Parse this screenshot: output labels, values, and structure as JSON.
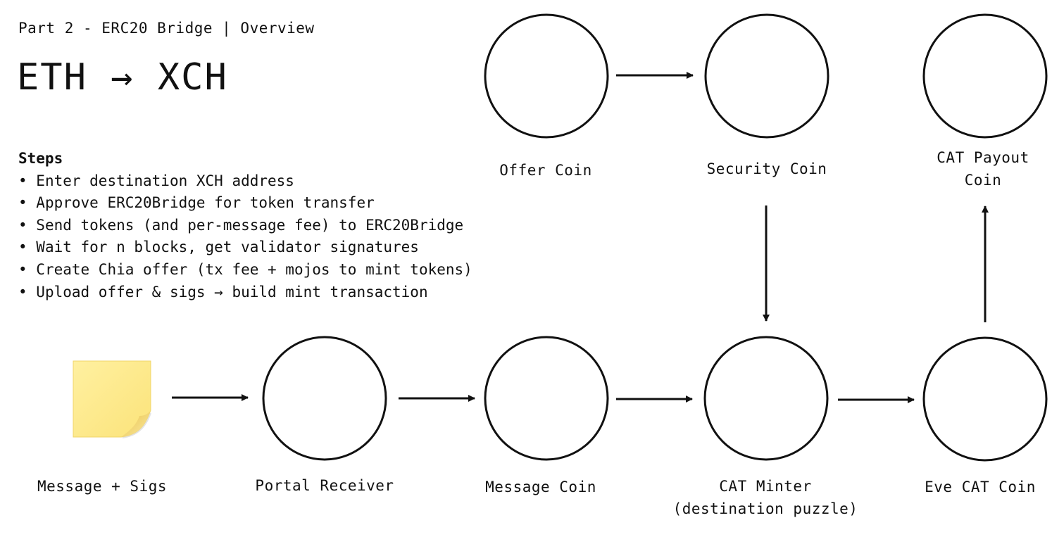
{
  "header": {
    "subtitle": "Part 2 - ERC20 Bridge | Overview",
    "title": "ETH → XCH"
  },
  "steps": {
    "heading": "Steps",
    "items": [
      "Enter destination XCH address",
      "Approve ERC20Bridge for token transfer",
      "Send tokens (and per-message fee) to ERC20Bridge",
      "Wait for n blocks, get validator signatures",
      "Create Chia offer (tx fee + mojos to mint tokens)",
      "Upload offer & sigs → build mint transaction"
    ]
  },
  "nodes": {
    "message_sigs": {
      "label": "Message + Sigs",
      "icon": "sticky-note-icon",
      "color": "#fde98a"
    },
    "portal_receiver": {
      "label": "Portal Receiver"
    },
    "message_coin": {
      "label": "Message Coin"
    },
    "cat_minter": {
      "label_line1": "CAT Minter",
      "label_line2": "(destination puzzle)"
    },
    "eve_cat_coin": {
      "label": "Eve CAT Coin"
    },
    "offer_coin": {
      "label": "Offer Coin"
    },
    "security_coin": {
      "label": "Security Coin"
    },
    "cat_payout_coin": {
      "label_line1": "CAT Payout",
      "label_line2": "Coin"
    }
  }
}
